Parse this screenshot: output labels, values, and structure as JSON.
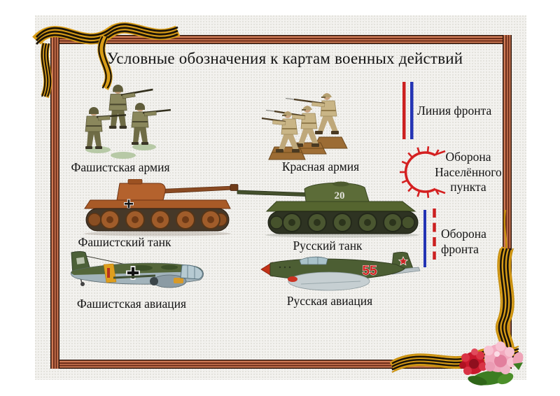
{
  "title": "Условные обозначения к картам военных действий",
  "figures": [
    {
      "id": "fascist-army",
      "label": "Фашистская армия"
    },
    {
      "id": "red-army",
      "label": "Красная армия"
    },
    {
      "id": "fascist-tank",
      "label": "Фашистский танк"
    },
    {
      "id": "russian-tank",
      "label": "Русский танк",
      "marking": "20"
    },
    {
      "id": "fascist-aviation",
      "label": "Фашистская авиация"
    },
    {
      "id": "russian-aviation",
      "label": "Русская авиация",
      "marking": "55"
    }
  ],
  "legend": {
    "front_line": {
      "label": "Линия фронта"
    },
    "settlement_defense": {
      "lines": [
        "Оборона",
        "Населённого",
        "пункта"
      ]
    },
    "front_defense": {
      "lines": [
        "Оборона",
        "фронта"
      ]
    }
  },
  "colors": {
    "symbol_red": "#cc2020",
    "symbol_blue": "#2434b4",
    "frame_salmon": "#cf7a55",
    "frame_dark": "#6b2c18",
    "ribbon_gold": "#d99d17",
    "ribbon_black": "#1c1408",
    "background": "#f3f2ef"
  }
}
